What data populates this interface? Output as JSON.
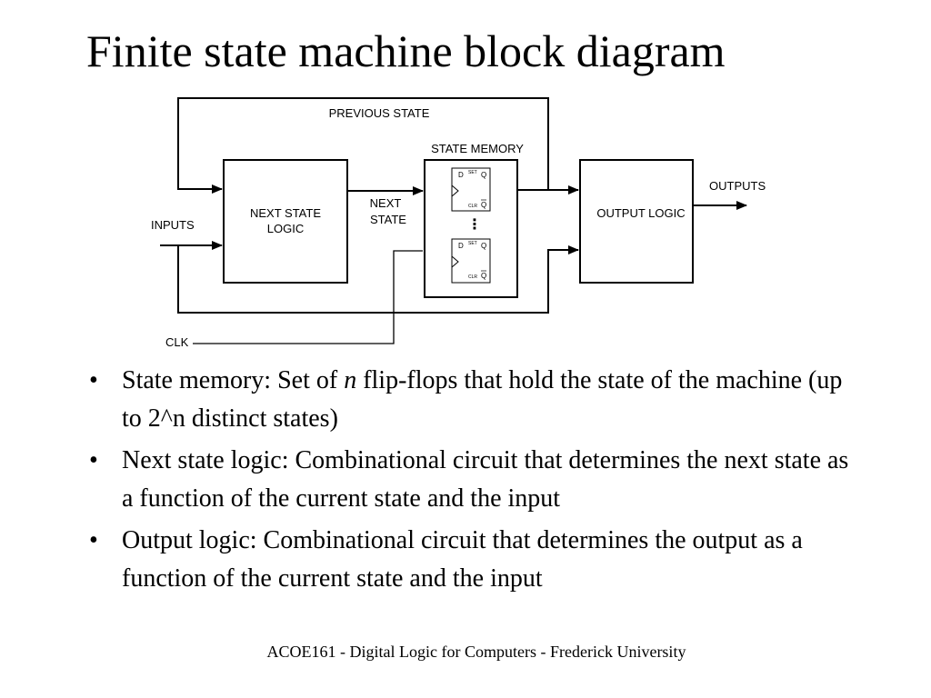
{
  "slide": {
    "title": "Finite state machine block diagram",
    "footer": "ACOE161 - Digital Logic for Computers - Frederick University"
  },
  "diagram": {
    "labels": {
      "previous_state": "PREVIOUS STATE",
      "state_memory": "STATE MEMORY",
      "next_state_logic_line1": "NEXT STATE",
      "next_state_logic_line2": "LOGIC",
      "next_state_line1": "NEXT",
      "next_state_line2": "STATE",
      "inputs": "INPUTS",
      "output_logic": "OUTPUT LOGIC",
      "outputs": "OUTPUTS",
      "clk": "CLK"
    },
    "flip_flop": {
      "d": "D",
      "q": "Q",
      "q_bar": "Q",
      "set": "SET",
      "clr": "CLR"
    },
    "ellipsis": "⋮"
  },
  "bullets": [
    {
      "before": "State memory: Set of ",
      "emph": "n",
      "after": " flip-flops that hold the state of the machine (up to 2^n distinct states)"
    },
    {
      "before": "Next state logic: Combinational circuit that determines the next state as a function of the current state and the input",
      "emph": "",
      "after": ""
    },
    {
      "before": "Output logic: Combinational circuit that determines the output as a function of the current state and the input",
      "emph": "",
      "after": ""
    }
  ],
  "bullet_symbol": "•"
}
